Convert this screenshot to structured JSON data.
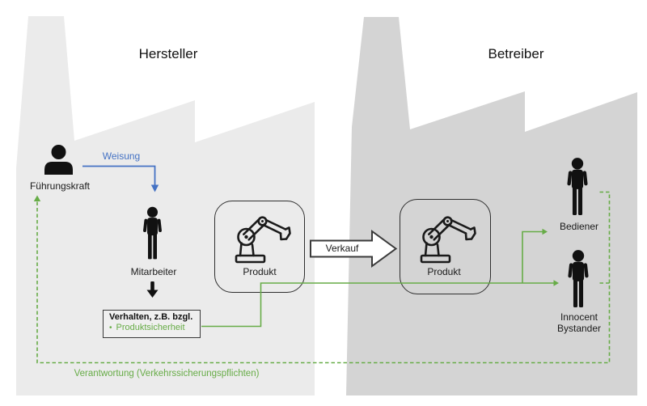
{
  "colors": {
    "green": "#67ac47",
    "blue": "#4472c4",
    "factory_light": "#ebebeb",
    "factory_dark": "#d4d4d4",
    "box_fill": "#efefef",
    "ink": "#1a1a1a"
  },
  "hersteller": {
    "title": "Hersteller",
    "fuehrungskraft_label": "Führungskraft",
    "weisung_label": "Weisung",
    "mitarbeiter_label": "Mitarbeiter",
    "verhalten_title": "Verhalten, z.B. bzgl.",
    "verhalten_bullet": "Produktsicherheit",
    "bullet_glyph": "•",
    "produkt_label": "Produkt"
  },
  "transfer": {
    "verkauf_label": "Verkauf"
  },
  "betreiber": {
    "title": "Betreiber",
    "produkt_label": "Produkt",
    "bediener_label": "Bediener",
    "innocent_line1": "Innocent",
    "innocent_line2": "Bystander"
  },
  "verantwortung_label": "Verantwortung (Verkehrssicherungspflichten)"
}
